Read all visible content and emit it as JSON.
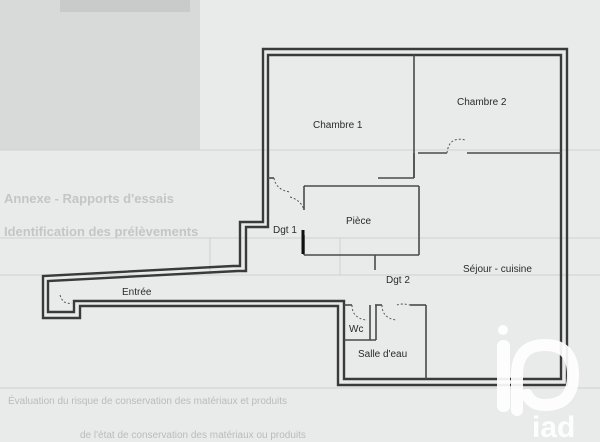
{
  "rooms": {
    "chambre1": "Chambre 1",
    "chambre2": "Chambre 2",
    "piece": "Pièce",
    "dgt1": "Dgt 1",
    "entree": "Entrée",
    "dgt2": "Dgt 2",
    "sejour": "Séjour - cuisine",
    "wc": "Wc",
    "salle": "Salle d'eau"
  },
  "background_text": {
    "heading_annexe": "Annexe - Rapports d'essais",
    "heading_identification": "Identification des prélèvements",
    "heading_evaluation": "Évaluation du risque de conservation des matériaux et produits",
    "heading_bottom": "de l'état de conservation des matériaux ou produits"
  },
  "logo": {
    "brand": "iad",
    "colors": {
      "mark": "#ffffff"
    }
  },
  "colors": {
    "background": "#e9ebea",
    "wall": "#3a3a3a"
  }
}
